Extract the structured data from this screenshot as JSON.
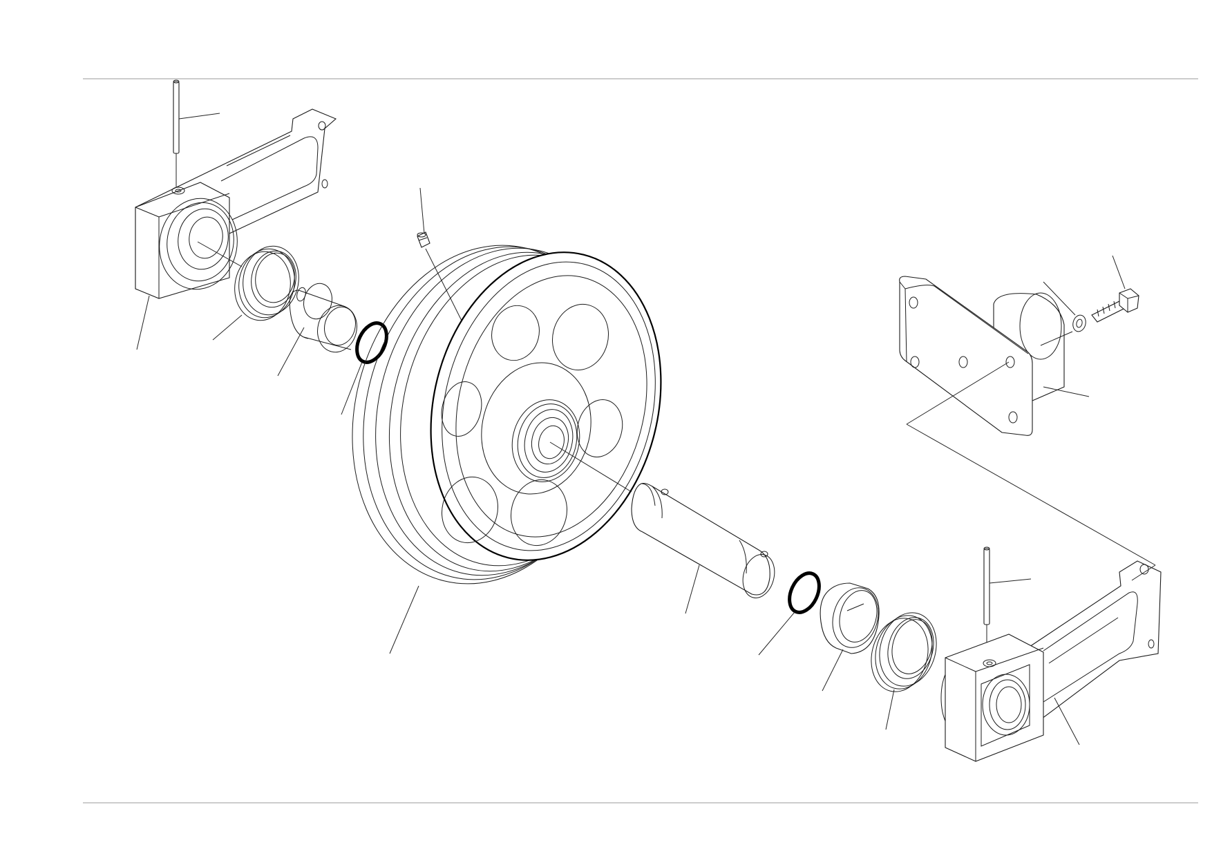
{
  "diagram": {
    "kind": "exploded-parts-view",
    "parts": [
      {
        "id": "pin-left",
        "icon": "pin-icon"
      },
      {
        "id": "bracket-left",
        "icon": "bracket-icon"
      },
      {
        "id": "seal-left",
        "icon": "floating-seal-icon"
      },
      {
        "id": "bushing-left",
        "icon": "bushing-icon"
      },
      {
        "id": "o-ring-left",
        "icon": "o-ring-icon"
      },
      {
        "id": "grease-plug",
        "icon": "plug-icon"
      },
      {
        "id": "idler-wheel",
        "icon": "idler-wheel-icon"
      },
      {
        "id": "shaft",
        "icon": "shaft-icon"
      },
      {
        "id": "o-ring-right",
        "icon": "o-ring-icon"
      },
      {
        "id": "bushing-right",
        "icon": "bushing-icon"
      },
      {
        "id": "seal-right",
        "icon": "floating-seal-icon"
      },
      {
        "id": "pin-right",
        "icon": "pin-icon"
      },
      {
        "id": "bracket-right",
        "icon": "bracket-icon"
      },
      {
        "id": "cover-plate",
        "icon": "cover-plate-icon"
      },
      {
        "id": "washer",
        "icon": "washer-icon"
      },
      {
        "id": "bolt",
        "icon": "bolt-icon"
      }
    ],
    "colors": {
      "line": "#1a1a1a",
      "frame": "#9a9a9a",
      "background": "#ffffff"
    }
  }
}
